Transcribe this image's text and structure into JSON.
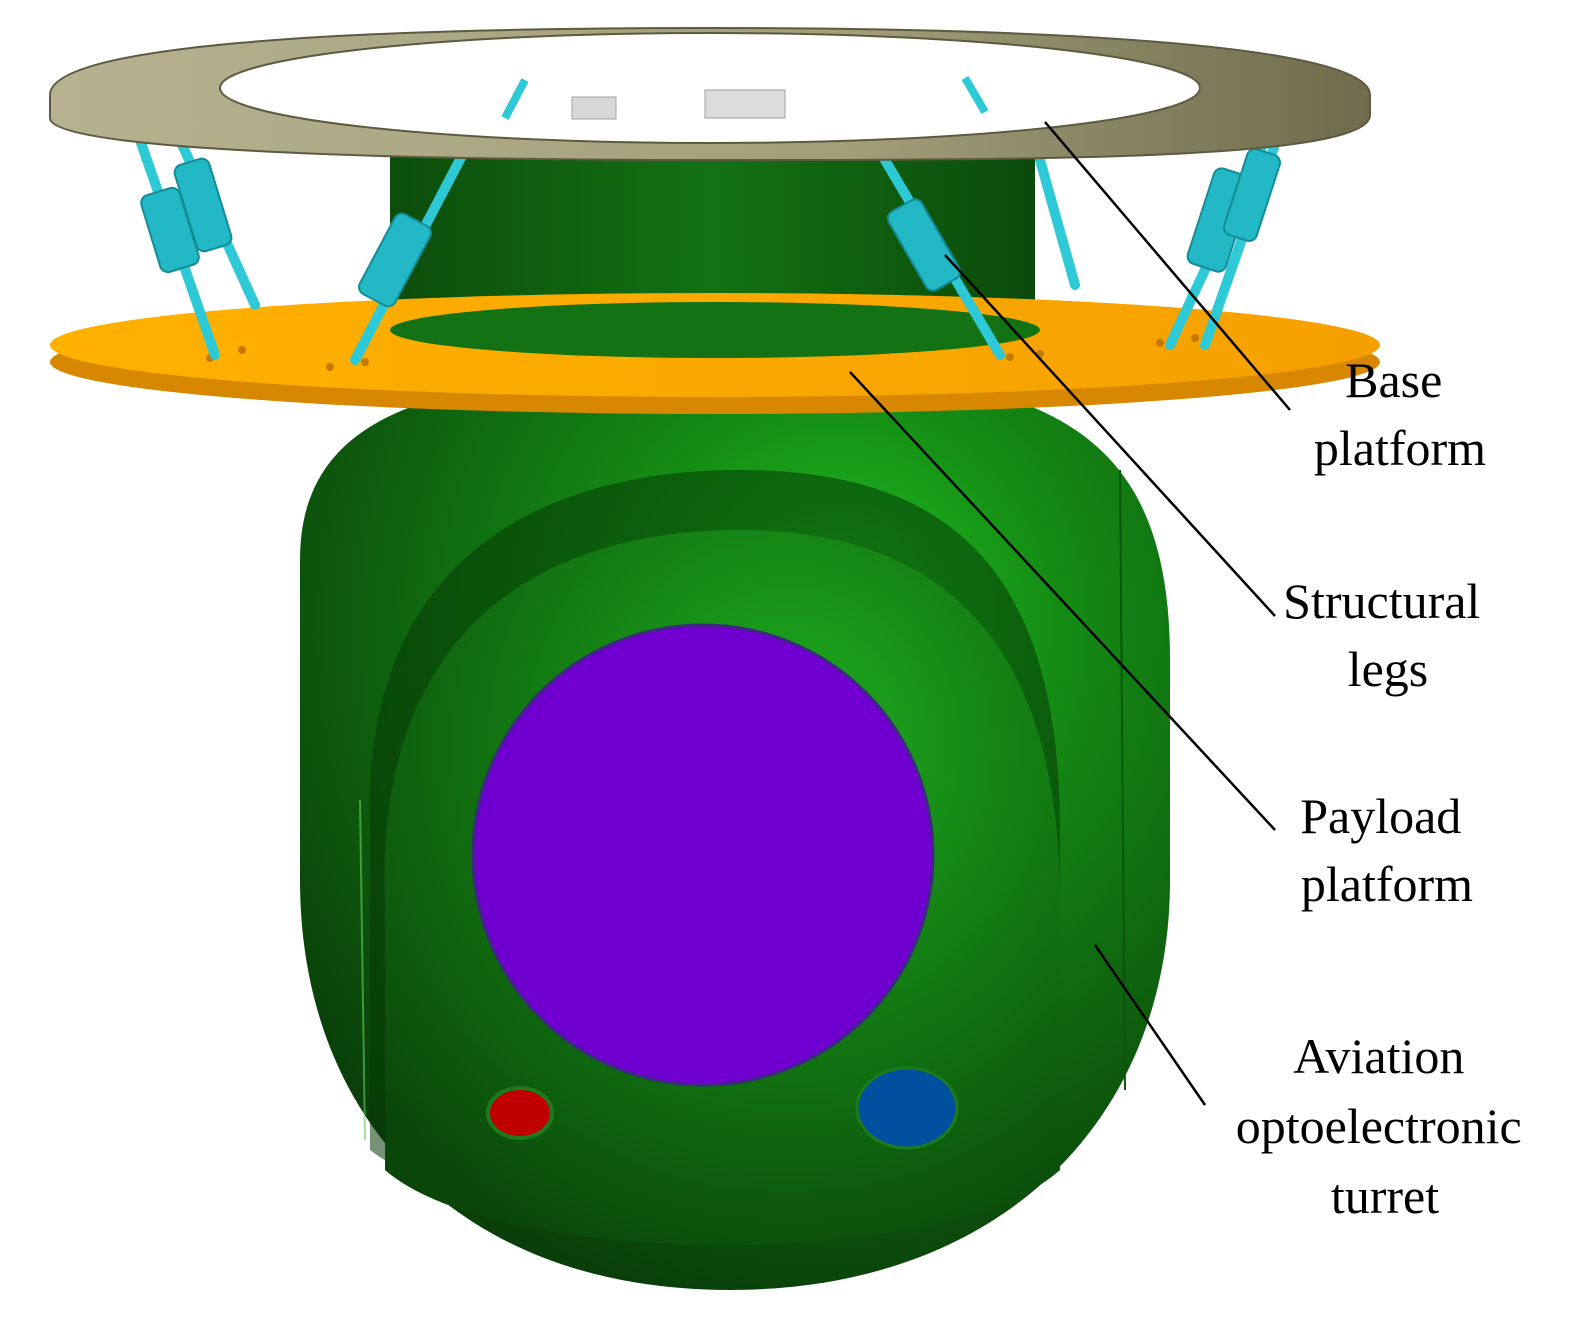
{
  "labels": {
    "base_platform": [
      "Base",
      "platform"
    ],
    "structural_legs": [
      "Structural",
      "legs"
    ],
    "payload_platform": [
      "Payload",
      "platform"
    ],
    "aviation_turret": [
      "Aviation",
      "optoelectronic",
      "turret"
    ]
  },
  "colors": {
    "base_platform": "#8f8a63",
    "payload_platform": "#f5a300",
    "legs": "#2ec9d6",
    "turret_body": "#1b6b1b",
    "lens": "#7000d0",
    "red_window": "#c00000",
    "blue_window": "#0050a0",
    "leader_line": "#000000"
  }
}
